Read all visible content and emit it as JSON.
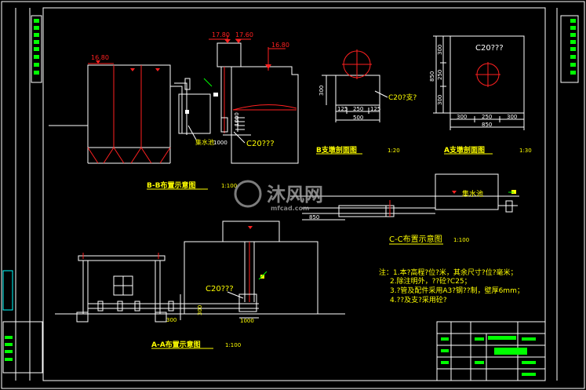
{
  "drawing": {
    "bb_section": {
      "title": "B-B布置示意图",
      "scale": "1:100",
      "elev_left": "16.80",
      "elev_top_a": "17.80",
      "elev_top_b": "17.60",
      "elev_right": "16.80",
      "concrete": "C20???",
      "pool_label": "集水池",
      "dim": "1000"
    },
    "b_support": {
      "title": "B支墩剖面图",
      "scale": "1:20",
      "concrete": "C20?支?",
      "dim_h": "300",
      "dim_a": "125",
      "dim_b": "250",
      "dim_c": "125",
      "dim_total": "500"
    },
    "a_support": {
      "title": "A支墩剖面图",
      "scale": "1:30",
      "concrete": "C20???",
      "dim_top": "300",
      "dim_mid": "250",
      "dim_bot": "300",
      "dim_h_total": "850",
      "dim_w_a": "300",
      "dim_w_b": "250",
      "dim_w_c": "300",
      "dim_w_total": "850"
    },
    "cc_section": {
      "title": "C-C布置示意图",
      "scale": "1:100",
      "pool_label": "集水池",
      "dim_a": "850"
    },
    "aa_section": {
      "title": "A-A布置示意图",
      "scale": "1:100",
      "concrete": "C20???",
      "dim_a": "300",
      "dim_b": "300",
      "dim_c": "1000"
    },
    "notes": {
      "line1": "注：1.本?高程?位?米，其余尺寸?位?毫米；",
      "line2": "2.除注明外，??砼?C25；",
      "line3": "3.?管及配件采用A3?钢??制，壁厚6mm；",
      "line4": "4.??及支?采用砼?"
    },
    "watermark": {
      "brand": "沐风网",
      "url": "mfcad.com"
    }
  }
}
